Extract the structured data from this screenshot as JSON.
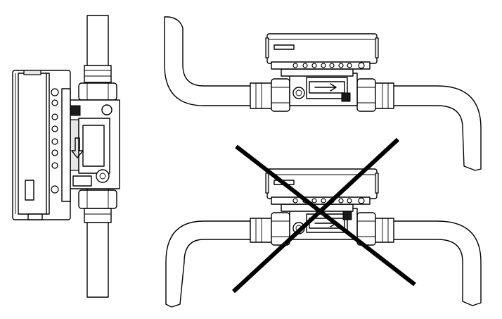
{
  "figure": {
    "views": [
      {
        "id": "vertical-install",
        "status": "allowed"
      },
      {
        "id": "horizontal-install-display-up",
        "status": "allowed"
      },
      {
        "id": "horizontal-install-display-down",
        "status": "not-allowed"
      }
    ],
    "colors": {
      "line": "#000000",
      "background": "#ffffff",
      "shade": "#e6e6e6"
    },
    "icons": [
      "cross-out-icon"
    ]
  }
}
